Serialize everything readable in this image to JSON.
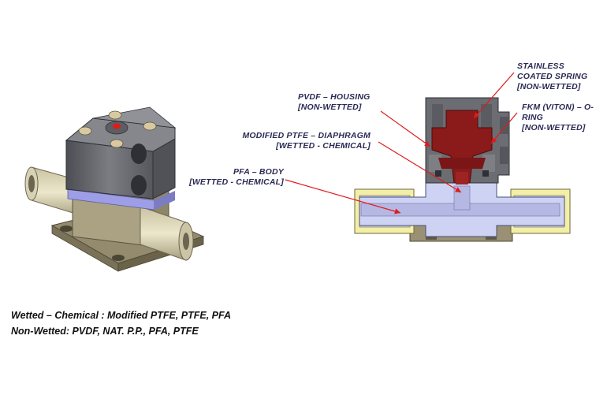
{
  "callouts": {
    "spring": {
      "line1": "STAINLESS",
      "line2": "COATED SPRING",
      "line3": "[NON-WETTED]"
    },
    "housing": {
      "line1": "PVDF – HOUSING",
      "line2": "[NON-WETTED]"
    },
    "oring": {
      "line1": "FKM (VITON) – O-",
      "line2": "RING",
      "line3": "[NON-WETTED]"
    },
    "diaphragm": {
      "line1": "MODIFIED PTFE – DIAPHRAGM",
      "line2": "[WETTED - CHEMICAL]"
    },
    "body": {
      "line1": "PFA – BODY",
      "line2": "[WETTED - CHEMICAL]"
    }
  },
  "legend": {
    "wetted": "Wetted – Chemical :  Modified PTFE, PTFE, PFA",
    "non_wetted": "Non-Wetted: PVDF, NAT. P.P., PFA, PTFE"
  },
  "colors": {
    "housing": "#6b6d72",
    "body": "#cfd3f3",
    "diaphragm_spring": "#8b1a1a",
    "fittings": "#f3efa8",
    "base": "#9a9174",
    "arrow": "#e01b1b",
    "label_text": "#2b2a55"
  },
  "icons": {
    "valve_3d": "valve-3d-illustration",
    "valve_section": "valve-cross-section-illustration"
  }
}
